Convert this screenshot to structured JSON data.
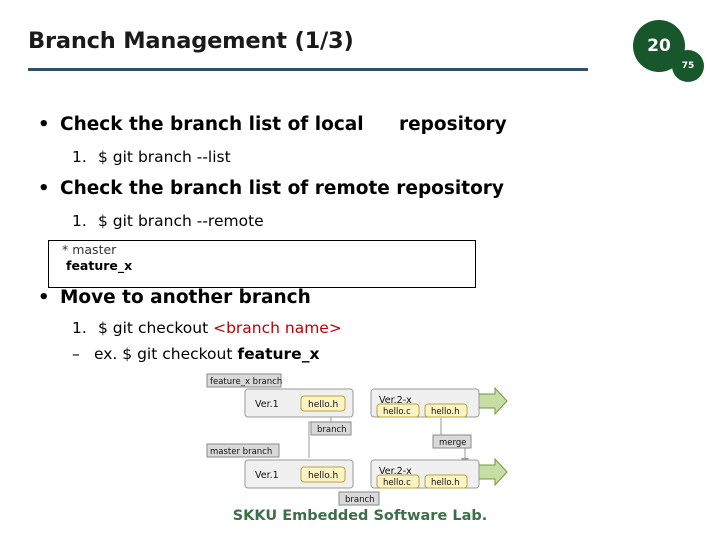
{
  "slide": {
    "title": "Branch Management (1/3)",
    "page_number": "20",
    "page_number_small": "75",
    "footer": "SKKU Embedded Software Lab.",
    "accent_color": "#2f4f6f",
    "badge_color": "#18572b",
    "footer_color": "#3c6e47",
    "command_arg_color": "#c00000"
  },
  "content": {
    "bullet1": {
      "marker": "•",
      "text_before": "Check the branch list of local",
      "text_overlap": "repository"
    },
    "bullet1_sub": {
      "number": "1.",
      "text": "$ git branch --list"
    },
    "bullet2": {
      "marker": "•",
      "text": "Check the branch list of remote repository"
    },
    "bullet2_sub": {
      "number": "1.",
      "text": "$ git branch --remote"
    },
    "output_box": {
      "line1": "*  master",
      "line2": "feature_x"
    },
    "bullet3": {
      "marker": "•",
      "text": "Move to another branch"
    },
    "bullet3_sub": {
      "number": "1.",
      "text": "$ git checkout ",
      "arg": "<branch name>"
    },
    "bullet3_sub_sub": {
      "dash": "–",
      "text": "ex. $ git checkout ",
      "arg": "feature_x"
    }
  },
  "diagram": {
    "labels": {
      "feature_branch": "feature_x branch",
      "master_branch": "master branch",
      "branch_top": "branch",
      "branch_bottom": "branch",
      "merge": "merge",
      "ver1_top": "Ver.1",
      "ver1_bottom": "Ver.1",
      "ver2x_top": "Ver.2-x",
      "ver2x_bottom": "Ver.2-x",
      "hello_h_1": "hello.h",
      "hello_c_1": "hello.c",
      "hello_h_2": "hello.h",
      "hello_h_3": "hello.h",
      "hello_c_2": "hello.c",
      "hello_h_4": "hello.h"
    },
    "colors": {
      "file_fill": "#fdf3c3",
      "file_border": "#b8a43c",
      "box_fill": "#f0f0f0",
      "box_border": "#9a9a9a",
      "arrow_fill": "#c6dea4",
      "arrow_border": "#6f9a3a",
      "label_fill": "#d9d9d9",
      "label_border": "#8a8a8a"
    }
  }
}
